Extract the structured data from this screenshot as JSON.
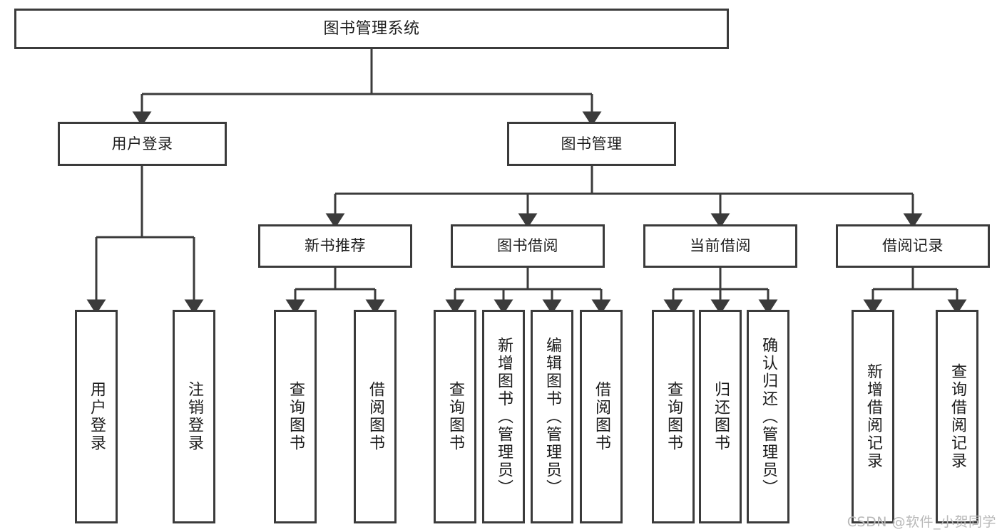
{
  "diagram": {
    "title": "图书管理系统",
    "type": "tree-hierarchy-diagram",
    "colors": {
      "stroke": "#3b3b3b",
      "fill": "#ffffff",
      "text": "#1c1c1c",
      "watermark": "#b9b9b9",
      "background": "#ffffff"
    },
    "root": {
      "label": "图书管理系统"
    },
    "level2": [
      {
        "label": "用户登录"
      },
      {
        "label": "图书管理"
      }
    ],
    "level3": [
      {
        "label": "新书推荐"
      },
      {
        "label": "图书借阅"
      },
      {
        "label": "当前借阅"
      },
      {
        "label": "借阅记录"
      }
    ],
    "leaves": {
      "user_login": [
        {
          "label": "用户登录"
        },
        {
          "label": "注销登录"
        }
      ],
      "new_book_recommend": [
        {
          "label": "查询图书"
        },
        {
          "label": "借阅图书"
        }
      ],
      "book_borrow": [
        {
          "label": "查询图书"
        },
        {
          "label": "新增图书（管理员）"
        },
        {
          "label": "编辑图书（管理员）"
        },
        {
          "label": "借阅图书"
        }
      ],
      "current_borrow": [
        {
          "label": "查询图书"
        },
        {
          "label": "归还图书"
        },
        {
          "label": "确认归还（管理员）"
        }
      ],
      "borrow_record": [
        {
          "label": "新增借阅记录"
        },
        {
          "label": "查询借阅记录"
        }
      ]
    }
  },
  "watermark": {
    "text": "CSDN @软件_小贺同学"
  }
}
